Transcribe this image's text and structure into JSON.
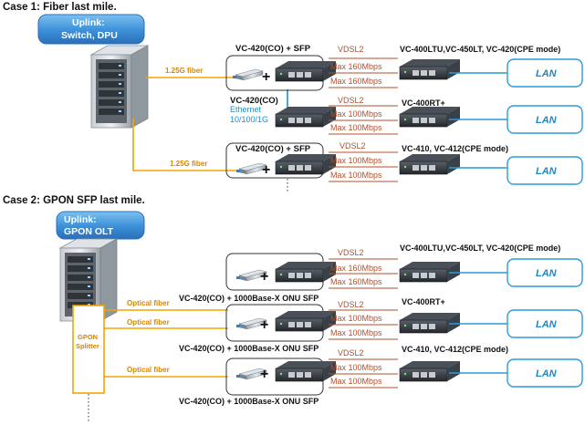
{
  "case1": {
    "heading": "Case 1: Fiber last mile.",
    "uplink_line1": "Uplink:",
    "uplink_line2": "Switch, DPU",
    "fiber_label_1": "1.25G fiber",
    "fiber_label_2": "1.25G fiber",
    "ethernet_label_line1": "Ethernet",
    "ethernet_label_line2": "10/100/1G",
    "rows": [
      {
        "co_label": "VC-420(CO) +  SFP",
        "vdsl": "VDSL2",
        "up_speed": "Max 160Mbps",
        "down_speed": "Max 160Mbps",
        "cpe_label": "VC-400LTU,VC-450LT, VC-420(CPE mode)",
        "lan": "LAN"
      },
      {
        "co_label": "VC-420(CO)",
        "vdsl": "VDSL2",
        "up_speed": "Max 100Mbps",
        "down_speed": "Max 100Mbps",
        "cpe_label": "VC-400RT+",
        "lan": "LAN"
      },
      {
        "co_label": "VC-420(CO) +  SFP",
        "vdsl": "VDSL2",
        "up_speed": "Max 100Mbps",
        "down_speed": "Max 100Mbps",
        "cpe_label": "VC-410, VC-412(CPE mode)",
        "lan": "LAN"
      }
    ]
  },
  "case2": {
    "heading": "Case 2: GPON SFP last mile.",
    "uplink_line1": "Uplink:",
    "uplink_line2": "GPON OLT",
    "splitter_line1": "GPON",
    "splitter_line2": "Splitter",
    "rows": [
      {
        "fiber_label": "Optical fiber",
        "vdsl": "VDSL2",
        "up_speed": "Max 160Mbps",
        "down_speed": "Max 160Mbps",
        "cpe_label": "VC-400LTU,VC-450LT, VC-420(CPE mode)",
        "co_label": "VC-420(CO) + 1000Base-X  ONU SFP",
        "lan": "LAN"
      },
      {
        "fiber_label": "Optical fiber",
        "vdsl": "VDSL2",
        "up_speed": "Max 100Mbps",
        "down_speed": "Max 100Mbps",
        "cpe_label": "VC-400RT+",
        "co_label": "VC-420(CO) + 1000Base-X  ONU SFP",
        "lan": "LAN"
      },
      {
        "fiber_label": "Optical fiber",
        "vdsl": "VDSL2",
        "up_speed": "Max 100Mbps",
        "down_speed": "Max 100Mbps",
        "cpe_label": "VC-410, VC-412(CPE mode)",
        "co_label": "VC-420(CO) + 1000Base-X  ONU SFP",
        "lan": "LAN"
      }
    ]
  },
  "plus_sign": "+",
  "colors": {
    "fiber": "#f0a500",
    "fiber_label": "#d98500",
    "ethernet": "#1a90d0",
    "vdsl": "#b0502a",
    "lan_border": "#2b9bd8",
    "lan_text": "#1e86c4",
    "uplink_fill": "#3b8fd8"
  }
}
